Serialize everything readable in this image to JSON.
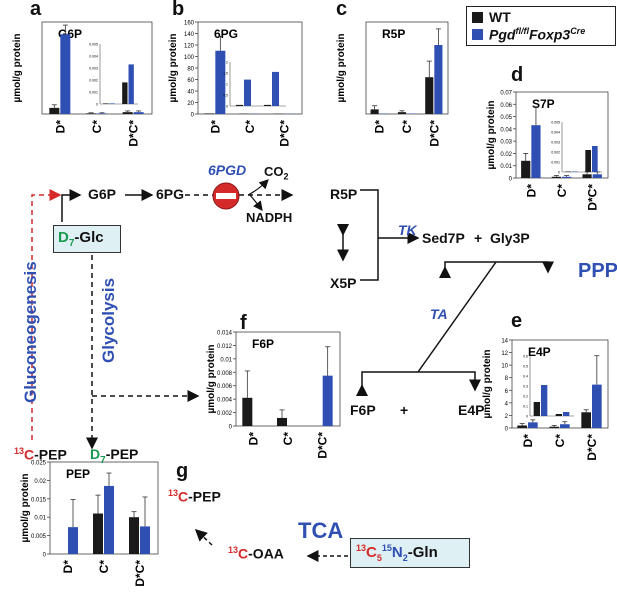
{
  "legend": {
    "wt": "WT",
    "ko_gene": "Pgd",
    "ko_sup1": "fl/fl",
    "ko_mid": "Foxp3",
    "ko_sup2": "Cre",
    "wt_color": "#1a1a1a",
    "ko_color": "#2f4fb3"
  },
  "panels": {
    "a": "a",
    "b": "b",
    "c": "c",
    "d": "d",
    "e": "e",
    "f": "f",
    "g": "g"
  },
  "metabolites": {
    "g6p": "G6P",
    "sixpg": "6PG",
    "co2": "CO",
    "co2_sub": "2",
    "nadph": "NADPH",
    "r5p": "R5P",
    "x5p": "X5P",
    "sed7p": "Sed7P",
    "plus1": "+",
    "gly3p": "Gly3P",
    "f6p": "F6P",
    "plus2": "+",
    "e4p": "E4P",
    "d7": "D",
    "d7_sub": "7",
    "glc": "-Glc",
    "d7pep_d": "D",
    "d7pep_sub": "7",
    "d7pep": "-PEP",
    "c13": "13",
    "c": "C",
    "pep": "-PEP",
    "oaa": "-OAA",
    "gln_13": "13",
    "gln_c": "C",
    "gln_5": "5",
    "gln_15": "15",
    "gln_n": "N",
    "gln_2": "2",
    "gln_rest": "-Gln"
  },
  "enzymes": {
    "pgd": "6PGD",
    "tk": "TK",
    "ta": "TA",
    "ppp": "PPP",
    "tca": "TCA",
    "gluconeogenesis": "Gluconeogenesis",
    "glycolysis": "Glycolysis"
  },
  "axis_label": "µmol/g protein",
  "chart_data": [
    {
      "id": "a",
      "type": "bar",
      "title": "G6P",
      "categories": [
        "D*",
        "C*",
        "D*C*"
      ],
      "ylim": [
        0,
        0.15
      ],
      "series": [
        {
          "values": [
            0.01,
            0.001,
            0.003
          ],
          "err": [
            0.005,
            0.001,
            0.002
          ]
        },
        {
          "values": [
            0.13,
            0.001,
            0.003
          ],
          "err": [
            0.015,
            0.001,
            0.002
          ]
        }
      ],
      "inset": {
        "ticks": [
          "0.005",
          "0.004",
          "0.003",
          "0.002",
          "0.001",
          "0"
        ],
        "ylim": [
          0,
          0.005
        ],
        "categories": [
          "C*",
          "D*C*"
        ],
        "series": [
          {
            "values": [
              5e-05,
              0.0018
            ]
          },
          {
            "values": [
              5e-05,
              0.0033
            ]
          }
        ]
      }
    },
    {
      "id": "b",
      "type": "bar",
      "title": "6PG",
      "categories": [
        "D*",
        "C*",
        "D*C*"
      ],
      "ylim": [
        0,
        160
      ],
      "yticks": [
        "160",
        "140",
        "120",
        "100",
        "80",
        "60",
        "40",
        "20",
        "0"
      ],
      "series": [
        {
          "values": [
            1,
            0.5,
            0.5
          ],
          "err": [
            0,
            0,
            0
          ]
        },
        {
          "values": [
            110,
            0.5,
            0.5
          ],
          "err": [
            25,
            0,
            0
          ]
        }
      ],
      "inset": {
        "ticks": [
          "2",
          "1.5",
          "1",
          "0.5",
          "0"
        ],
        "ylim": [
          0,
          2
        ],
        "categories": [
          "C*",
          "D*C*"
        ],
        "series": [
          {
            "values": [
              0.05,
              0.05
            ]
          },
          {
            "values": [
              1.2,
              1.55
            ]
          }
        ]
      }
    },
    {
      "id": "c",
      "type": "bar",
      "title": "R5P",
      "categories": [
        "D*",
        "C*",
        "D*C*"
      ],
      "ylim": [
        0,
        0.2
      ],
      "series": [
        {
          "values": [
            0.01,
            0.004,
            0.08
          ],
          "err": [
            0.008,
            0.003,
            0.035
          ]
        },
        {
          "values": [
            0.001,
            0.001,
            0.15
          ],
          "err": [
            0,
            0,
            0.035
          ]
        }
      ]
    },
    {
      "id": "d",
      "type": "bar",
      "title": "S7P",
      "categories": [
        "D*",
        "C*",
        "D*C*"
      ],
      "ylim": [
        0,
        0.07
      ],
      "yticks": [
        "0.07",
        "0.06",
        "0.05",
        "0.04",
        "0.03",
        "0.02",
        "0.01",
        "0"
      ],
      "series": [
        {
          "values": [
            0.014,
            0.001,
            0.003
          ],
          "err": [
            0.006,
            0.001,
            0.002
          ]
        },
        {
          "values": [
            0.043,
            0.001,
            0.003
          ],
          "err": [
            0.015,
            0.001,
            0.002
          ]
        }
      ],
      "inset": {
        "ticks": [
          "0.005",
          "0.004",
          "0.003",
          "0.002",
          "0.001",
          "0"
        ],
        "ylim": [
          0,
          0.005
        ],
        "categories": [
          "C*",
          "D*C*"
        ],
        "series": [
          {
            "values": [
              5e-05,
              0.0022
            ]
          },
          {
            "values": [
              5e-05,
              0.0026
            ]
          }
        ]
      }
    },
    {
      "id": "e",
      "type": "bar",
      "title": "E4P",
      "categories": [
        "D*",
        "C*",
        "D*C*"
      ],
      "ylim": [
        0,
        14
      ],
      "yticks": [
        "14",
        "12",
        "10",
        "8",
        "6",
        "4",
        "2",
        "0"
      ],
      "series": [
        {
          "values": [
            0.4,
            0.2,
            2.5
          ],
          "err": [
            0.3,
            0.2,
            0.4
          ]
        },
        {
          "values": [
            0.9,
            0.6,
            6.9
          ],
          "err": [
            0.4,
            0.4,
            4.6
          ]
        }
      ],
      "inset": {
        "ticks": [
          "0.6",
          "0.5",
          "0.4",
          "0.3",
          "0.2",
          "0.1",
          "0"
        ],
        "ylim": [
          0,
          0.6
        ],
        "categories": [
          "D*",
          "C*"
        ],
        "series": [
          {
            "values": [
              0.14,
              0.02
            ]
          },
          {
            "values": [
              0.31,
              0.04
            ]
          }
        ]
      }
    },
    {
      "id": "f",
      "type": "bar",
      "title": "F6P",
      "categories": [
        "D*",
        "C*",
        "D*C*"
      ],
      "ylim": [
        0,
        0.014
      ],
      "yticks": [
        "0.014",
        "0.012",
        "0.01",
        "0.008",
        "0.006",
        "0.004",
        "0.002",
        "0"
      ],
      "series": [
        {
          "values": [
            0.0042,
            0.0012,
            0
          ],
          "err": [
            0.004,
            0.0012,
            0
          ]
        },
        {
          "values": [
            0,
            0,
            0.0075
          ],
          "err": [
            0,
            0,
            0.0043
          ]
        }
      ]
    },
    {
      "id": "pep",
      "type": "bar",
      "title": "PEP",
      "categories": [
        "D*",
        "C*",
        "D*C*"
      ],
      "ylim": [
        0,
        0.025
      ],
      "yticks": [
        "0.025",
        "0.02",
        "0.015",
        "0.01",
        "0.005",
        "0"
      ],
      "series": [
        {
          "values": [
            0,
            0.011,
            0.01
          ],
          "err": [
            0,
            0.005,
            0.0015
          ]
        },
        {
          "values": [
            0.0073,
            0.0185,
            0.0075
          ],
          "err": [
            0.0075,
            0.0035,
            0.008
          ]
        }
      ]
    }
  ]
}
